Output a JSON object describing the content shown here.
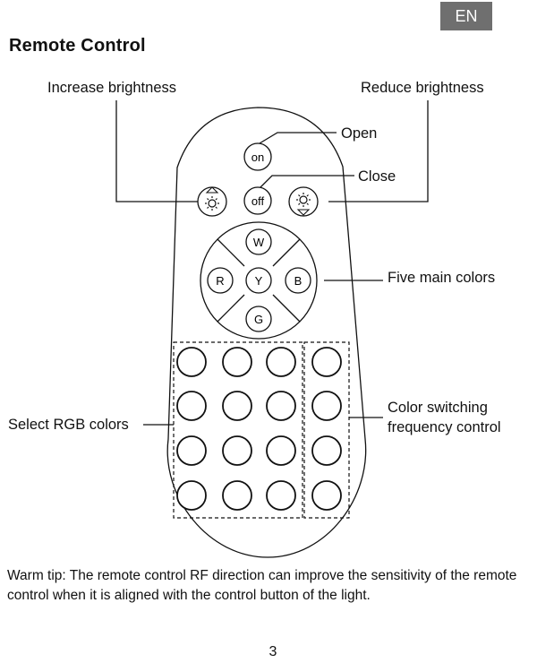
{
  "language_badge": "EN",
  "title": "Remote Control",
  "labels": {
    "increase_brightness": "Increase brightness",
    "reduce_brightness": "Reduce brightness",
    "open": "Open",
    "close": "Close",
    "five_main_colors": "Five main colors",
    "select_rgb_colors": "Select RGB colors",
    "color_switching_line1": "Color switching",
    "color_switching_line2": "frequency control"
  },
  "buttons": {
    "on": "on",
    "off": "off",
    "white": "W",
    "red": "R",
    "yellow": "Y",
    "blue": "B",
    "green": "G"
  },
  "warm_tip": "Warm tip: The remote control RF direction can improve the sensitivity of the remote control when it is aligned with the control button of the light.",
  "page_number": "3",
  "colors": {
    "badge_background": "#6f6f6f",
    "line": "#111111"
  }
}
